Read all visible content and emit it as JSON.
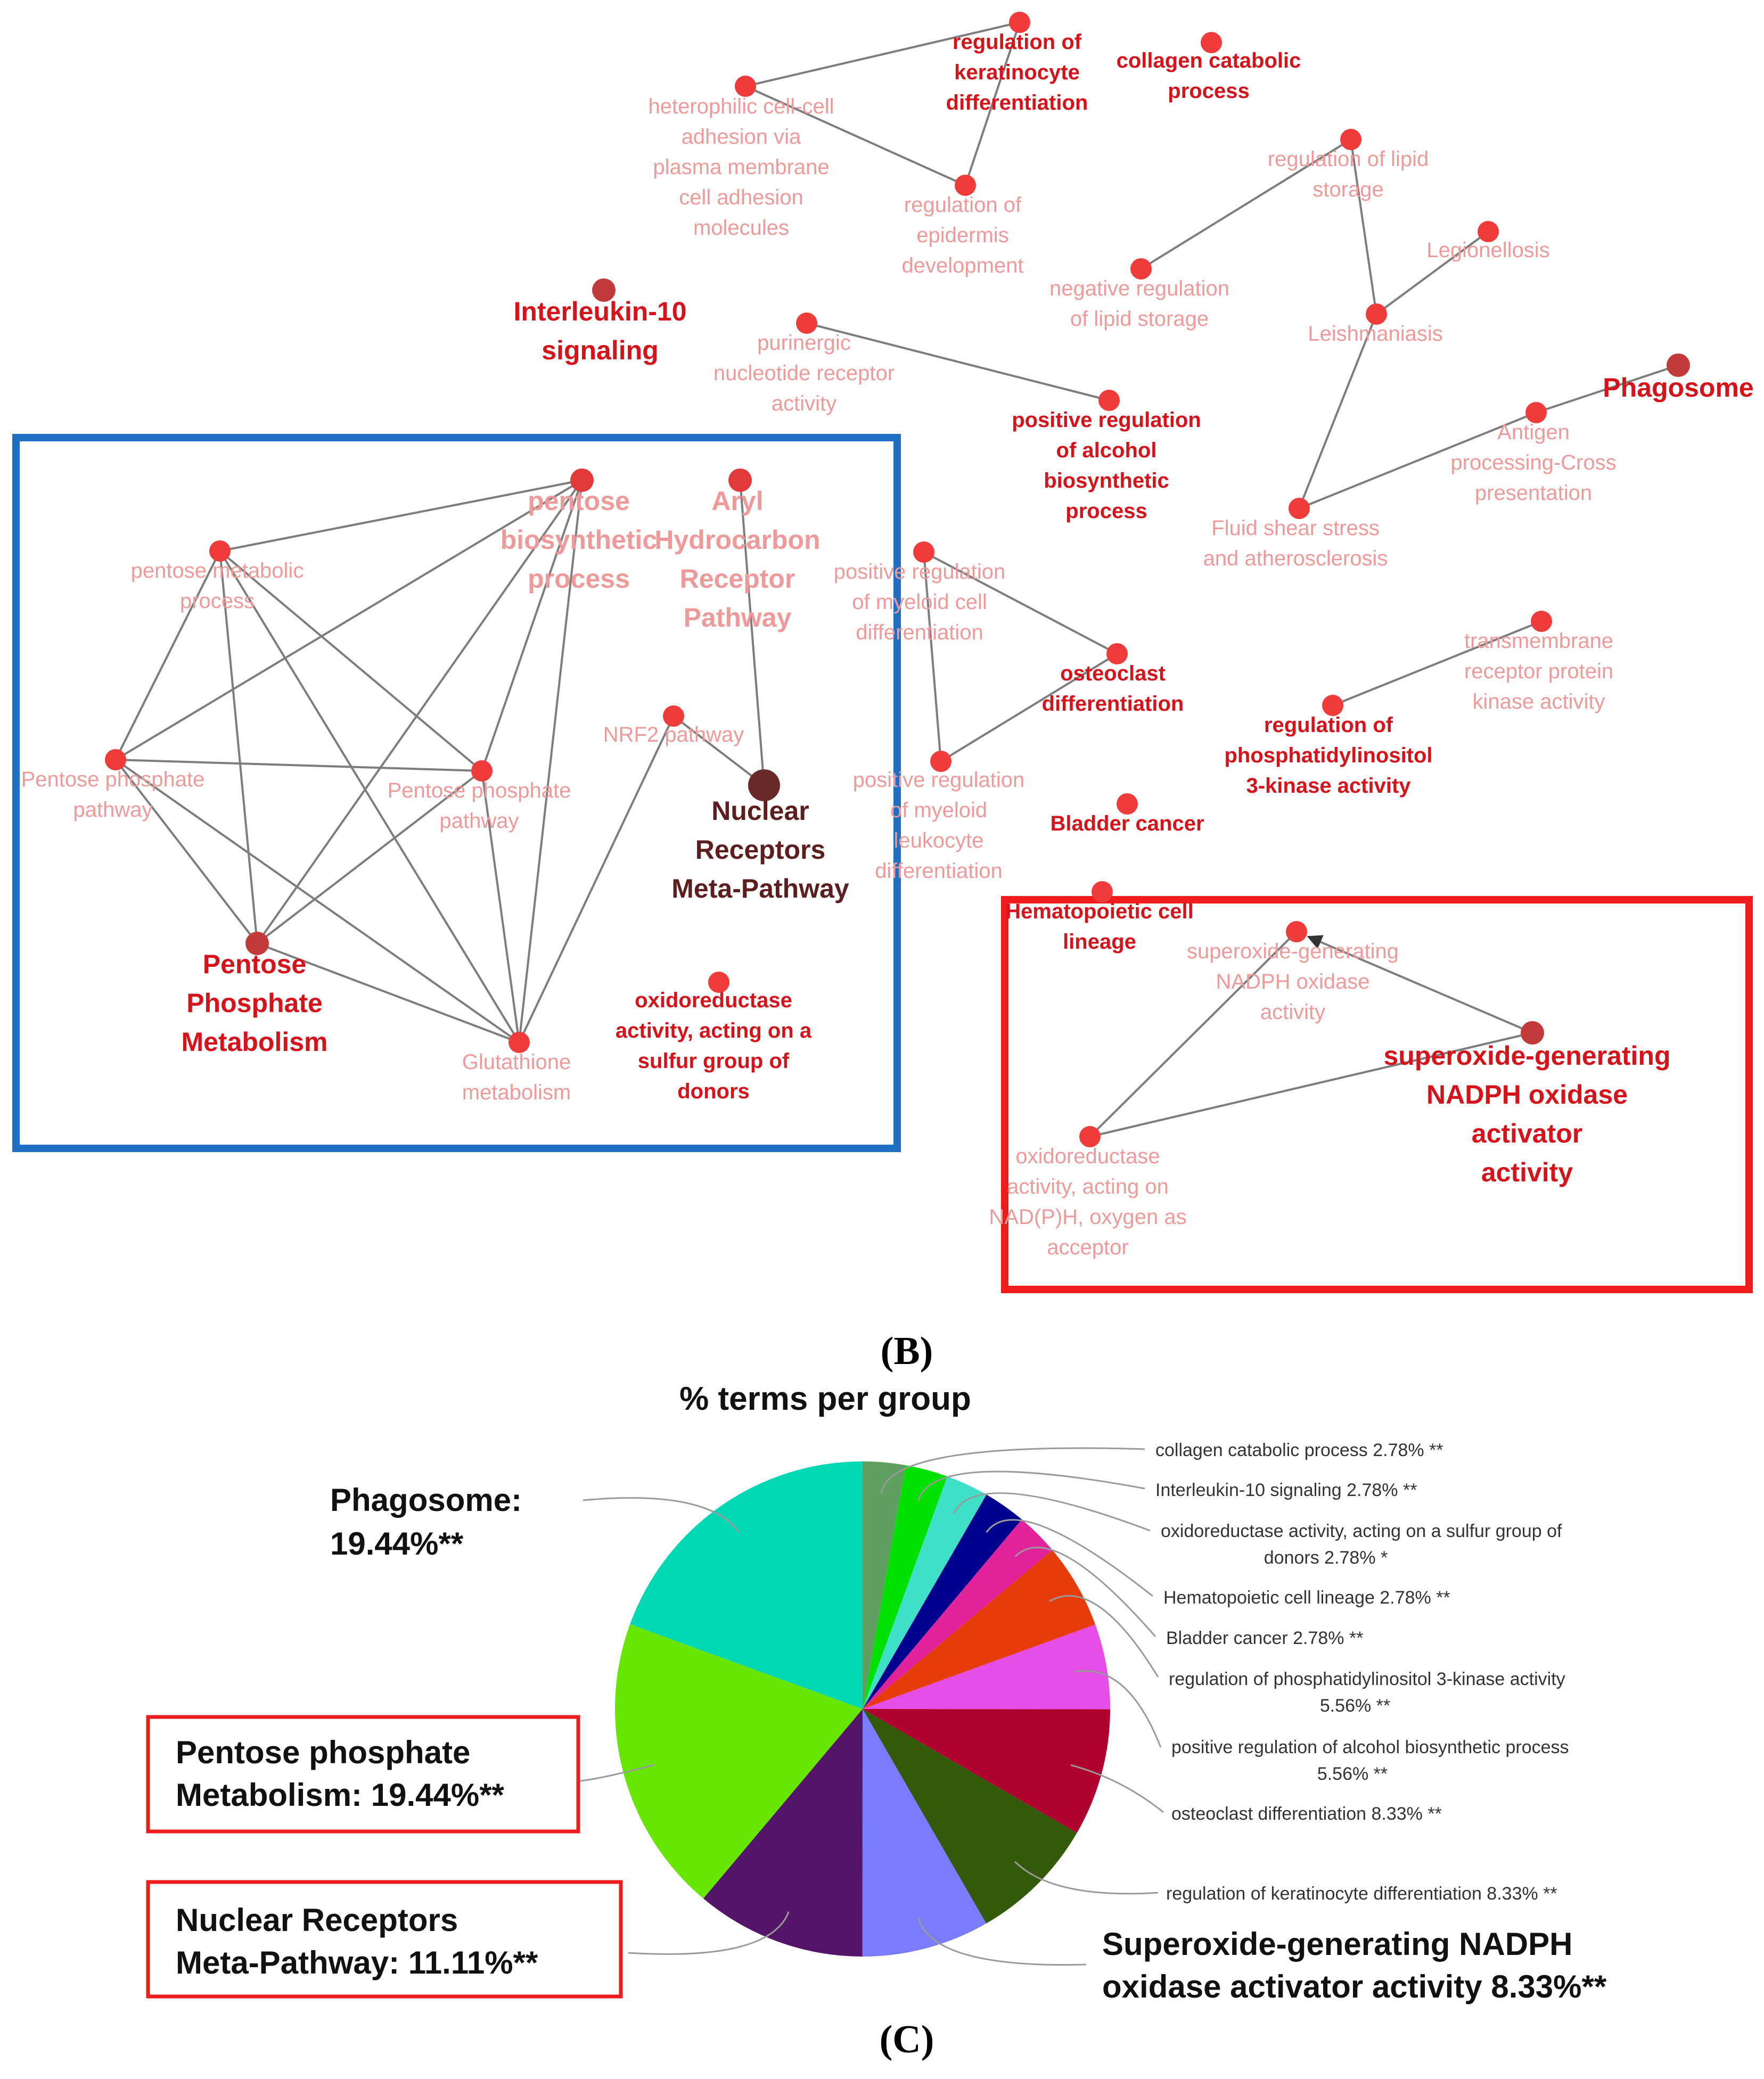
{
  "network": {
    "node_types": {
      "red": {
        "fill": "#f03b3b",
        "label_color": "#d4131a",
        "faded_color": "#ef9a9a"
      },
      "dark": {
        "fill": "#c23a3a",
        "label_color": "#d4131a"
      },
      "maroon": {
        "fill": "#6b2a2a",
        "label_color": "#5c1e1e"
      }
    },
    "nodes": [
      {
        "id": "keratinocyte",
        "label": [
          "regulation of",
          "keratinocyte",
          "differentiation"
        ],
        "style": "red-bold"
      },
      {
        "id": "collagen",
        "label": [
          "collagen catabolic",
          "process"
        ],
        "style": "red-bold"
      },
      {
        "id": "heterophilic",
        "label": [
          "heterophilic cell-cell",
          "adhesion via",
          "plasma membrane",
          "cell adhesion",
          "molecules"
        ],
        "style": "faded"
      },
      {
        "id": "epidermis",
        "label": [
          "regulation of",
          "epidermis",
          "development"
        ],
        "style": "faded"
      },
      {
        "id": "lipid_storage",
        "label": [
          "regulation of lipid",
          "storage"
        ],
        "style": "faded"
      },
      {
        "id": "neg_lipid",
        "label": [
          "negative regulation",
          "of lipid storage"
        ],
        "style": "faded"
      },
      {
        "id": "legionellosis",
        "label": [
          "Legionellosis"
        ],
        "style": "faded"
      },
      {
        "id": "leishmaniasis",
        "label": [
          "Leishmaniasis"
        ],
        "style": "faded"
      },
      {
        "id": "il10",
        "label": [
          "Interleukin-10",
          "signaling"
        ],
        "style": "red-large"
      },
      {
        "id": "purinergic",
        "label": [
          "purinergic",
          "nucleotide receptor",
          "activity"
        ],
        "style": "faded"
      },
      {
        "id": "alcohol",
        "label": [
          "positive regulation",
          "of alcohol",
          "biosynthetic",
          "process"
        ],
        "style": "red-bold"
      },
      {
        "id": "phagosome",
        "label": [
          "Phagosome"
        ],
        "style": "red-large"
      },
      {
        "id": "antigen",
        "label": [
          "Antigen",
          "processing-Cross",
          "presentation"
        ],
        "style": "faded"
      },
      {
        "id": "fluid",
        "label": [
          "Fluid shear stress",
          "and atherosclerosis"
        ],
        "style": "faded"
      },
      {
        "id": "pentose_bio",
        "label": [
          "pentose",
          "biosynthetic",
          "process"
        ],
        "style": "faded-large"
      },
      {
        "id": "aryl",
        "label": [
          "Aryl",
          "Hydrocarbon",
          "Receptor",
          "Pathway"
        ],
        "style": "faded-large"
      },
      {
        "id": "pentose_meta",
        "label": [
          "pentose metabolic",
          "process"
        ],
        "style": "faded"
      },
      {
        "id": "myeloid",
        "label": [
          "positive regulation",
          "of myeloid cell",
          "differentiation"
        ],
        "style": "faded"
      },
      {
        "id": "osteoclast",
        "label": [
          "osteoclast",
          "differentiation"
        ],
        "style": "red-bold"
      },
      {
        "id": "transmembrane",
        "label": [
          "transmembrane",
          "receptor protein",
          "kinase activity"
        ],
        "style": "faded"
      },
      {
        "id": "pi3k",
        "label": [
          "regulation of",
          "phosphatidylinositol",
          "3-kinase activity"
        ],
        "style": "red-bold"
      },
      {
        "id": "nrf2",
        "label": [
          "NRF2 pathway"
        ],
        "style": "faded"
      },
      {
        "id": "ppp_left",
        "label": [
          "Pentose phosphate",
          "pathway"
        ],
        "style": "faded"
      },
      {
        "id": "ppp_mid",
        "label": [
          "Pentose phosphate",
          "pathway"
        ],
        "style": "faded"
      },
      {
        "id": "nuclear",
        "label": [
          "Nuclear",
          "Receptors",
          "Meta-Pathway"
        ],
        "style": "maroon-large"
      },
      {
        "id": "myeloid_leuko",
        "label": [
          "positive regulation",
          "of myeloid",
          "leukocyte",
          "differentiation"
        ],
        "style": "faded"
      },
      {
        "id": "bladder",
        "label": [
          "Bladder cancer"
        ],
        "style": "red-bold"
      },
      {
        "id": "hematopoietic",
        "label": [
          "Hematopoietic cell",
          "lineage"
        ],
        "style": "red-bold"
      },
      {
        "id": "ppm",
        "label": [
          "Pentose",
          "Phosphate",
          "Metabolism"
        ],
        "style": "red-large"
      },
      {
        "id": "superoxide_small",
        "label": [
          "superoxide-generating",
          "NADPH oxidase",
          "activity"
        ],
        "style": "faded"
      },
      {
        "id": "superoxide_act",
        "label": [
          "superoxide-generating",
          "NADPH oxidase",
          "activator",
          "activity"
        ],
        "style": "red-large"
      },
      {
        "id": "glutathione",
        "label": [
          "Glutathione",
          "metabolism"
        ],
        "style": "faded"
      },
      {
        "id": "oxido_sulfur",
        "label": [
          "oxidoreductase",
          "activity, acting on a",
          "sulfur group of",
          "donors"
        ],
        "style": "red-bold"
      },
      {
        "id": "oxido_nadph",
        "label": [
          "oxidoreductase",
          "activity, acting on",
          "NAD(P)H, oxygen as",
          "acceptor"
        ],
        "style": "faded"
      }
    ],
    "edges": [
      [
        "heterophilic",
        "keratinocyte"
      ],
      [
        "heterophilic",
        "epidermis"
      ],
      [
        "keratinocyte",
        "epidermis"
      ],
      [
        "lipid_storage",
        "neg_lipid"
      ],
      [
        "lipid_storage",
        "leishmaniasis"
      ],
      [
        "legionellosis",
        "leishmaniasis"
      ],
      [
        "leishmaniasis",
        "fluid"
      ],
      [
        "purinergic",
        "alcohol"
      ],
      [
        "antigen",
        "phagosome"
      ],
      [
        "antigen",
        "fluid"
      ],
      [
        "pentose_meta",
        "pentose_bio"
      ],
      [
        "pentose_meta",
        "ppp_left"
      ],
      [
        "pentose_meta",
        "ppp_mid"
      ],
      [
        "pentose_meta",
        "ppm"
      ],
      [
        "pentose_meta",
        "glutathione"
      ],
      [
        "pentose_bio",
        "ppp_left"
      ],
      [
        "pentose_bio",
        "ppp_mid"
      ],
      [
        "pentose_bio",
        "ppm"
      ],
      [
        "pentose_bio",
        "glutathione"
      ],
      [
        "ppp_left",
        "ppp_mid"
      ],
      [
        "ppp_left",
        "ppm"
      ],
      [
        "ppp_left",
        "glutathione"
      ],
      [
        "ppp_mid",
        "ppm"
      ],
      [
        "ppp_mid",
        "glutathione"
      ],
      [
        "ppm",
        "glutathione"
      ],
      [
        "nrf2",
        "glutathione"
      ],
      [
        "nrf2",
        "nuclear"
      ],
      [
        "aryl",
        "nuclear"
      ],
      [
        "myeloid",
        "osteoclast"
      ],
      [
        "myeloid",
        "myeloid_leuko"
      ],
      [
        "osteoclast",
        "myeloid_leuko"
      ],
      [
        "transmembrane",
        "pi3k"
      ],
      [
        "oxido_nadph",
        "superoxide_small"
      ],
      [
        "oxido_nadph",
        "superoxide_act"
      ]
    ],
    "arrows": [
      [
        "superoxide_act",
        "superoxide_small"
      ]
    ],
    "highlight_boxes": [
      {
        "name": "blue-cluster-box",
        "color": "#1f6fc4"
      },
      {
        "name": "red-cluster-box",
        "color": "#ee1c1c"
      }
    ]
  },
  "panel_labels": {
    "b": "(B)",
    "c": "(C)"
  },
  "chart_data": {
    "type": "pie",
    "title": "% terms per group",
    "slices": [
      {
        "label": "collagen catabolic process 2.78% **",
        "value": 2.78,
        "color": "#5f9f5f"
      },
      {
        "label": "Interleukin-10 signaling 2.78% **",
        "value": 2.78,
        "color": "#00e100"
      },
      {
        "label": "oxidoreductase activity, acting on a sulfur group of donors 2.78% *",
        "value": 2.78,
        "color": "#40e0c8"
      },
      {
        "label": "Hematopoietic cell lineage 2.78% **",
        "value": 2.78,
        "color": "#00008f"
      },
      {
        "label": "Bladder cancer 2.78% **",
        "value": 2.78,
        "color": "#e0239a"
      },
      {
        "label": "regulation of phosphatidylinositol 3-kinase activity 5.56% **",
        "value": 5.56,
        "color": "#e63b0b"
      },
      {
        "label": "positive regulation of alcohol biosynthetic process 5.56% **",
        "value": 5.56,
        "color": "#e44de6"
      },
      {
        "label": "osteoclast differentiation 8.33% **",
        "value": 8.33,
        "color": "#b00030"
      },
      {
        "label": "regulation of keratinocyte differentiation 8.33% **",
        "value": 8.33,
        "color": "#335a0a"
      },
      {
        "label": "Superoxide-generating NADPH oxidase activator activity 8.33%**",
        "value": 8.33,
        "color": "#7b7bff"
      },
      {
        "label": "Nuclear Receptors Meta-Pathway: 11.11%**",
        "value": 11.11,
        "color": "#541467"
      },
      {
        "label": "Pentose phosphate Metabolism: 19.44%**",
        "value": 19.44,
        "color": "#66e600"
      },
      {
        "label": "Phagosome: 19.44%**",
        "value": 19.44,
        "color": "#00d7b5"
      }
    ],
    "callouts": {
      "collagen": [
        "collagen catabolic process 2.78% **"
      ],
      "il10": [
        "Interleukin-10 signaling 2.78% **"
      ],
      "oxido": [
        "oxidoreductase activity, acting on a sulfur group of",
        "donors 2.78% *"
      ],
      "hemato": [
        "Hematopoietic cell lineage 2.78% **"
      ],
      "bladder": [
        "Bladder cancer 2.78% **"
      ],
      "pi3k": [
        "regulation of phosphatidylinositol 3-kinase activity",
        "5.56% **"
      ],
      "alcohol": [
        "positive regulation of alcohol biosynthetic process",
        "5.56% **"
      ],
      "osteo": [
        "osteoclast differentiation 8.33% **"
      ],
      "kerat": [
        "regulation of keratinocyte differentiation 8.33% **"
      ],
      "superoxide": [
        "Superoxide-generating NADPH",
        "oxidase activator activity 8.33%**"
      ],
      "nuclear": [
        "Nuclear Receptors",
        "Meta-Pathway: 11.11%**"
      ],
      "pentose": [
        "Pentose phosphate",
        "Metabolism: 19.44%**"
      ],
      "phagosome": [
        "Phagosome:",
        "19.44%**"
      ]
    }
  }
}
